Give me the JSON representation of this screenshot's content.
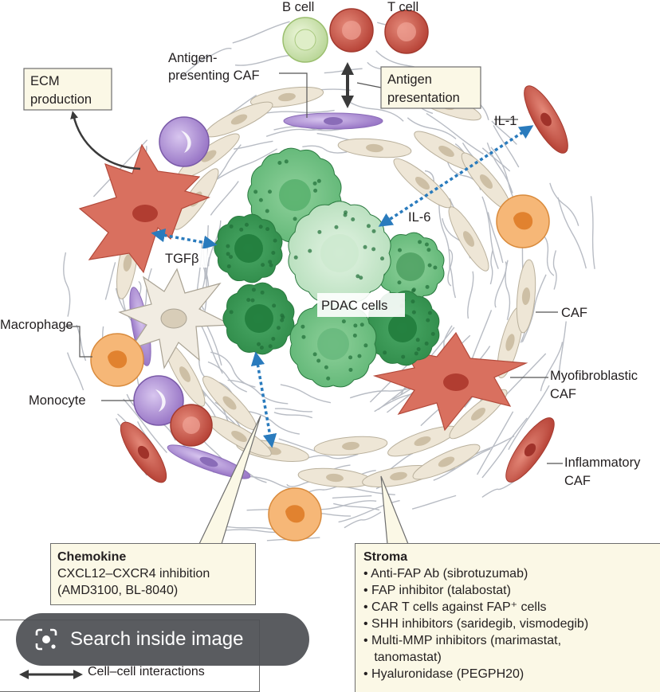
{
  "labels": {
    "b_cell": "B cell",
    "t_cell": "T cell",
    "apcaf_line1": "Antigen-",
    "apcaf_line2": "presenting CAF",
    "antigen_pres_line1": "Antigen",
    "antigen_pres_line2": "presentation",
    "ecm_line1": "ECM",
    "ecm_line2": "production",
    "il1": "IL-1",
    "il6": "IL-6",
    "tgfb": "TGFβ",
    "pdac": "PDAC cells",
    "macrophage": "Macrophage",
    "monocyte": "Monocyte",
    "caf": "CAF",
    "myo_line1": "Myofibroblastic",
    "myo_line2": "CAF",
    "infl_line1": "Inflammatory",
    "infl_line2": "CAF"
  },
  "chemokine_box": {
    "title": "Chemokine",
    "lines": [
      "CXCL12–CXCR4 inhibition",
      "(AMD3100, BL-8040)"
    ]
  },
  "stroma_box": {
    "title": "Stroma",
    "items": [
      "• Anti-FAP Ab (sibrotuzumab)",
      "• FAP inhibitor (talabostat)",
      "• CAR T cells against FAP⁺ cells",
      "• SHH inhibitors (saridegib, vismodegib)",
      "• Multi-MMP inhibitors (marimastat,",
      "   tanomastat)",
      "• Hyaluronidase (PEGPH20)"
    ]
  },
  "legend": {
    "cell_cell": "Cell–cell interactions"
  },
  "overlay": {
    "search_label": "Search inside image",
    "icon": "lens-icon"
  },
  "colors": {
    "tumor_dark": "#2f8f4b",
    "tumor_light": "#b9e0bd",
    "caf_red": "#d9634e",
    "fibroblast_tan": "#ece3d3",
    "macrophage_orange": "#f4a75a",
    "monocyte_purple": "#a98ccf",
    "arrow_blue": "#2a7bbd",
    "box_fill": "#fbf8e6"
  }
}
